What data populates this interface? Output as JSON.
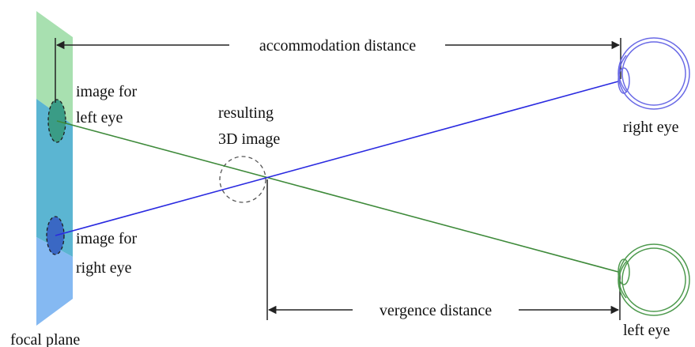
{
  "labels": {
    "accommodation": "accommodation distance",
    "vergence": "vergence distance",
    "image_left_line1": "image for",
    "image_left_line2": "left eye",
    "image_right_line1": "image for",
    "image_right_line2": "right eye",
    "resulting_line1": "resulting",
    "resulting_line2": "3D image",
    "right_eye": "right eye",
    "left_eye": "left eye",
    "focal_plane": "focal plane"
  },
  "colors": {
    "plane_green": "#a8e0b0",
    "plane_teal": "#5bb5d2",
    "plane_blue": "#85b9f2",
    "green_ray": "#3e8a3a",
    "blue_ray": "#2a2ae0",
    "right_eye_stroke": "#6a6ae6",
    "left_eye_stroke": "#4e9a4e",
    "dim_line": "#222222",
    "dashed": "#555555"
  }
}
